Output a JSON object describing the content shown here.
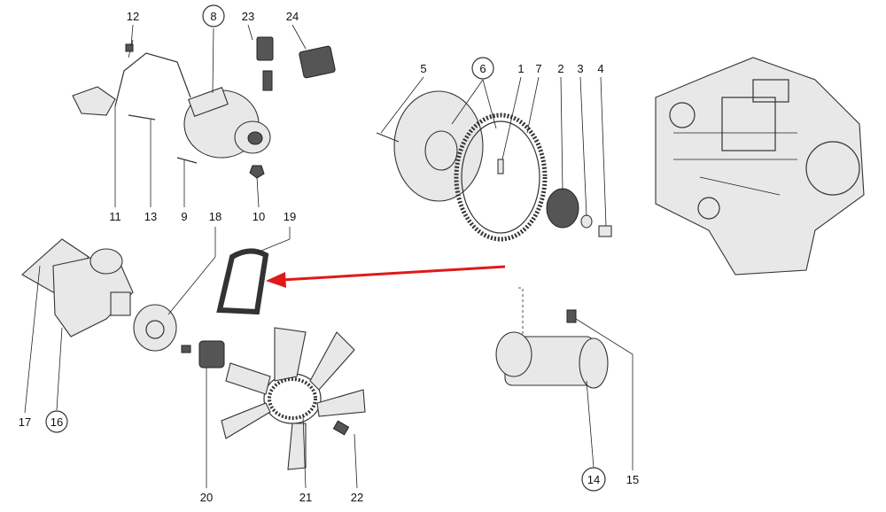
{
  "title": "Engine parts exploded diagram",
  "labels": [
    {
      "id": "12",
      "circled": false
    },
    {
      "id": "8",
      "circled": true
    },
    {
      "id": "23",
      "circled": false
    },
    {
      "id": "24",
      "circled": false
    },
    {
      "id": "5",
      "circled": false
    },
    {
      "id": "6",
      "circled": true
    },
    {
      "id": "1",
      "circled": false
    },
    {
      "id": "7",
      "circled": false
    },
    {
      "id": "2",
      "circled": false
    },
    {
      "id": "3",
      "circled": false
    },
    {
      "id": "4",
      "circled": false
    },
    {
      "id": "11",
      "circled": false
    },
    {
      "id": "13",
      "circled": false
    },
    {
      "id": "9",
      "circled": false
    },
    {
      "id": "18",
      "circled": false
    },
    {
      "id": "10",
      "circled": false
    },
    {
      "id": "19",
      "circled": false
    },
    {
      "id": "17",
      "circled": false
    },
    {
      "id": "16",
      "circled": true
    },
    {
      "id": "20",
      "circled": false
    },
    {
      "id": "21",
      "circled": false
    },
    {
      "id": "22",
      "circled": false
    },
    {
      "id": "14",
      "circled": true
    },
    {
      "id": "15",
      "circled": false
    }
  ],
  "colors": {
    "arrow": "#e0191b",
    "line": "#222222"
  }
}
